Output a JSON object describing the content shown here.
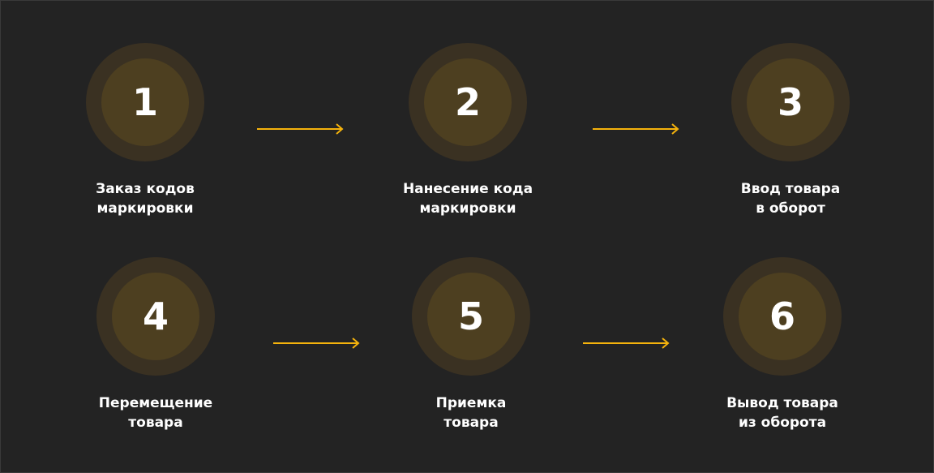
{
  "diagram": {
    "accent_color": "#F5B30C",
    "outer_circle_color": "#3a3122",
    "inner_circle_color": "#4d3f20",
    "background_color": "#232323",
    "steps": [
      {
        "number": "1",
        "label_line1": "Заказ кодов",
        "label_line2": "маркировки"
      },
      {
        "number": "2",
        "label_line1": "Нанесение кода",
        "label_line2": "маркировки"
      },
      {
        "number": "3",
        "label_line1": "Ввод товара",
        "label_line2": "в оборот"
      },
      {
        "number": "4",
        "label_line1": "Перемещение",
        "label_line2": "товара"
      },
      {
        "number": "5",
        "label_line1": "Приемка",
        "label_line2": "товара"
      },
      {
        "number": "6",
        "label_line1": "Вывод товара",
        "label_line2": "из оборота"
      }
    ],
    "arrows": [
      {
        "from": "1",
        "to": "2"
      },
      {
        "from": "2",
        "to": "3"
      },
      {
        "from": "4",
        "to": "5"
      },
      {
        "from": "5",
        "to": "6"
      }
    ]
  }
}
